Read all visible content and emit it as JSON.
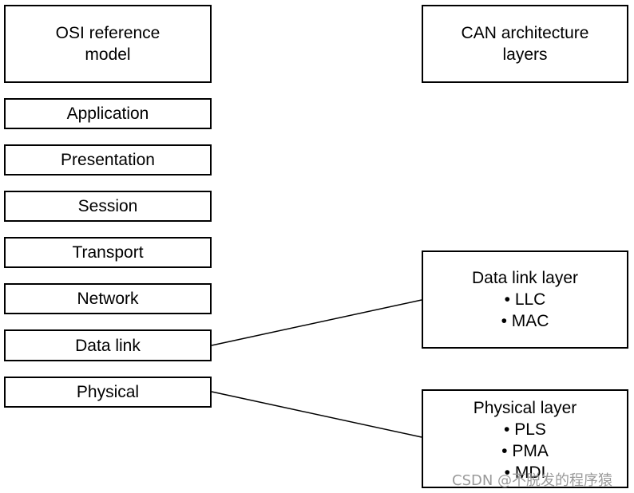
{
  "osi": {
    "header_line1": "OSI reference",
    "header_line2": "model",
    "layers": [
      "Application",
      "Presentation",
      "Session",
      "Transport",
      "Network",
      "Data link",
      "Physical"
    ]
  },
  "can": {
    "header_line1": "CAN architecture",
    "header_line2": "layers",
    "data_link": {
      "title": "Data link layer",
      "items": [
        "• LLC",
        "• MAC"
      ]
    },
    "physical": {
      "title": "Physical layer",
      "items": [
        "• PLS",
        "• PMA",
        "• MDI"
      ]
    }
  },
  "watermark": "CSDN @不脱发的程序猿"
}
